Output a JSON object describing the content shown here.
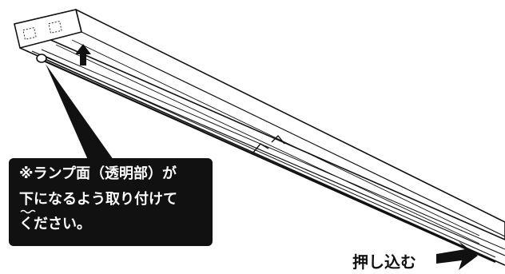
{
  "callout": {
    "line1": "※ランプ面（透明部）が",
    "line2_emphasis": "下",
    "line2_rest": "になるよう取り付けて",
    "line3": "ください。"
  },
  "push_label": "押し込む",
  "colors": {
    "outline": "#111111",
    "callout_bg": "#111111",
    "callout_text": "#ffffff",
    "emphasis_wave": "#ffffff"
  }
}
